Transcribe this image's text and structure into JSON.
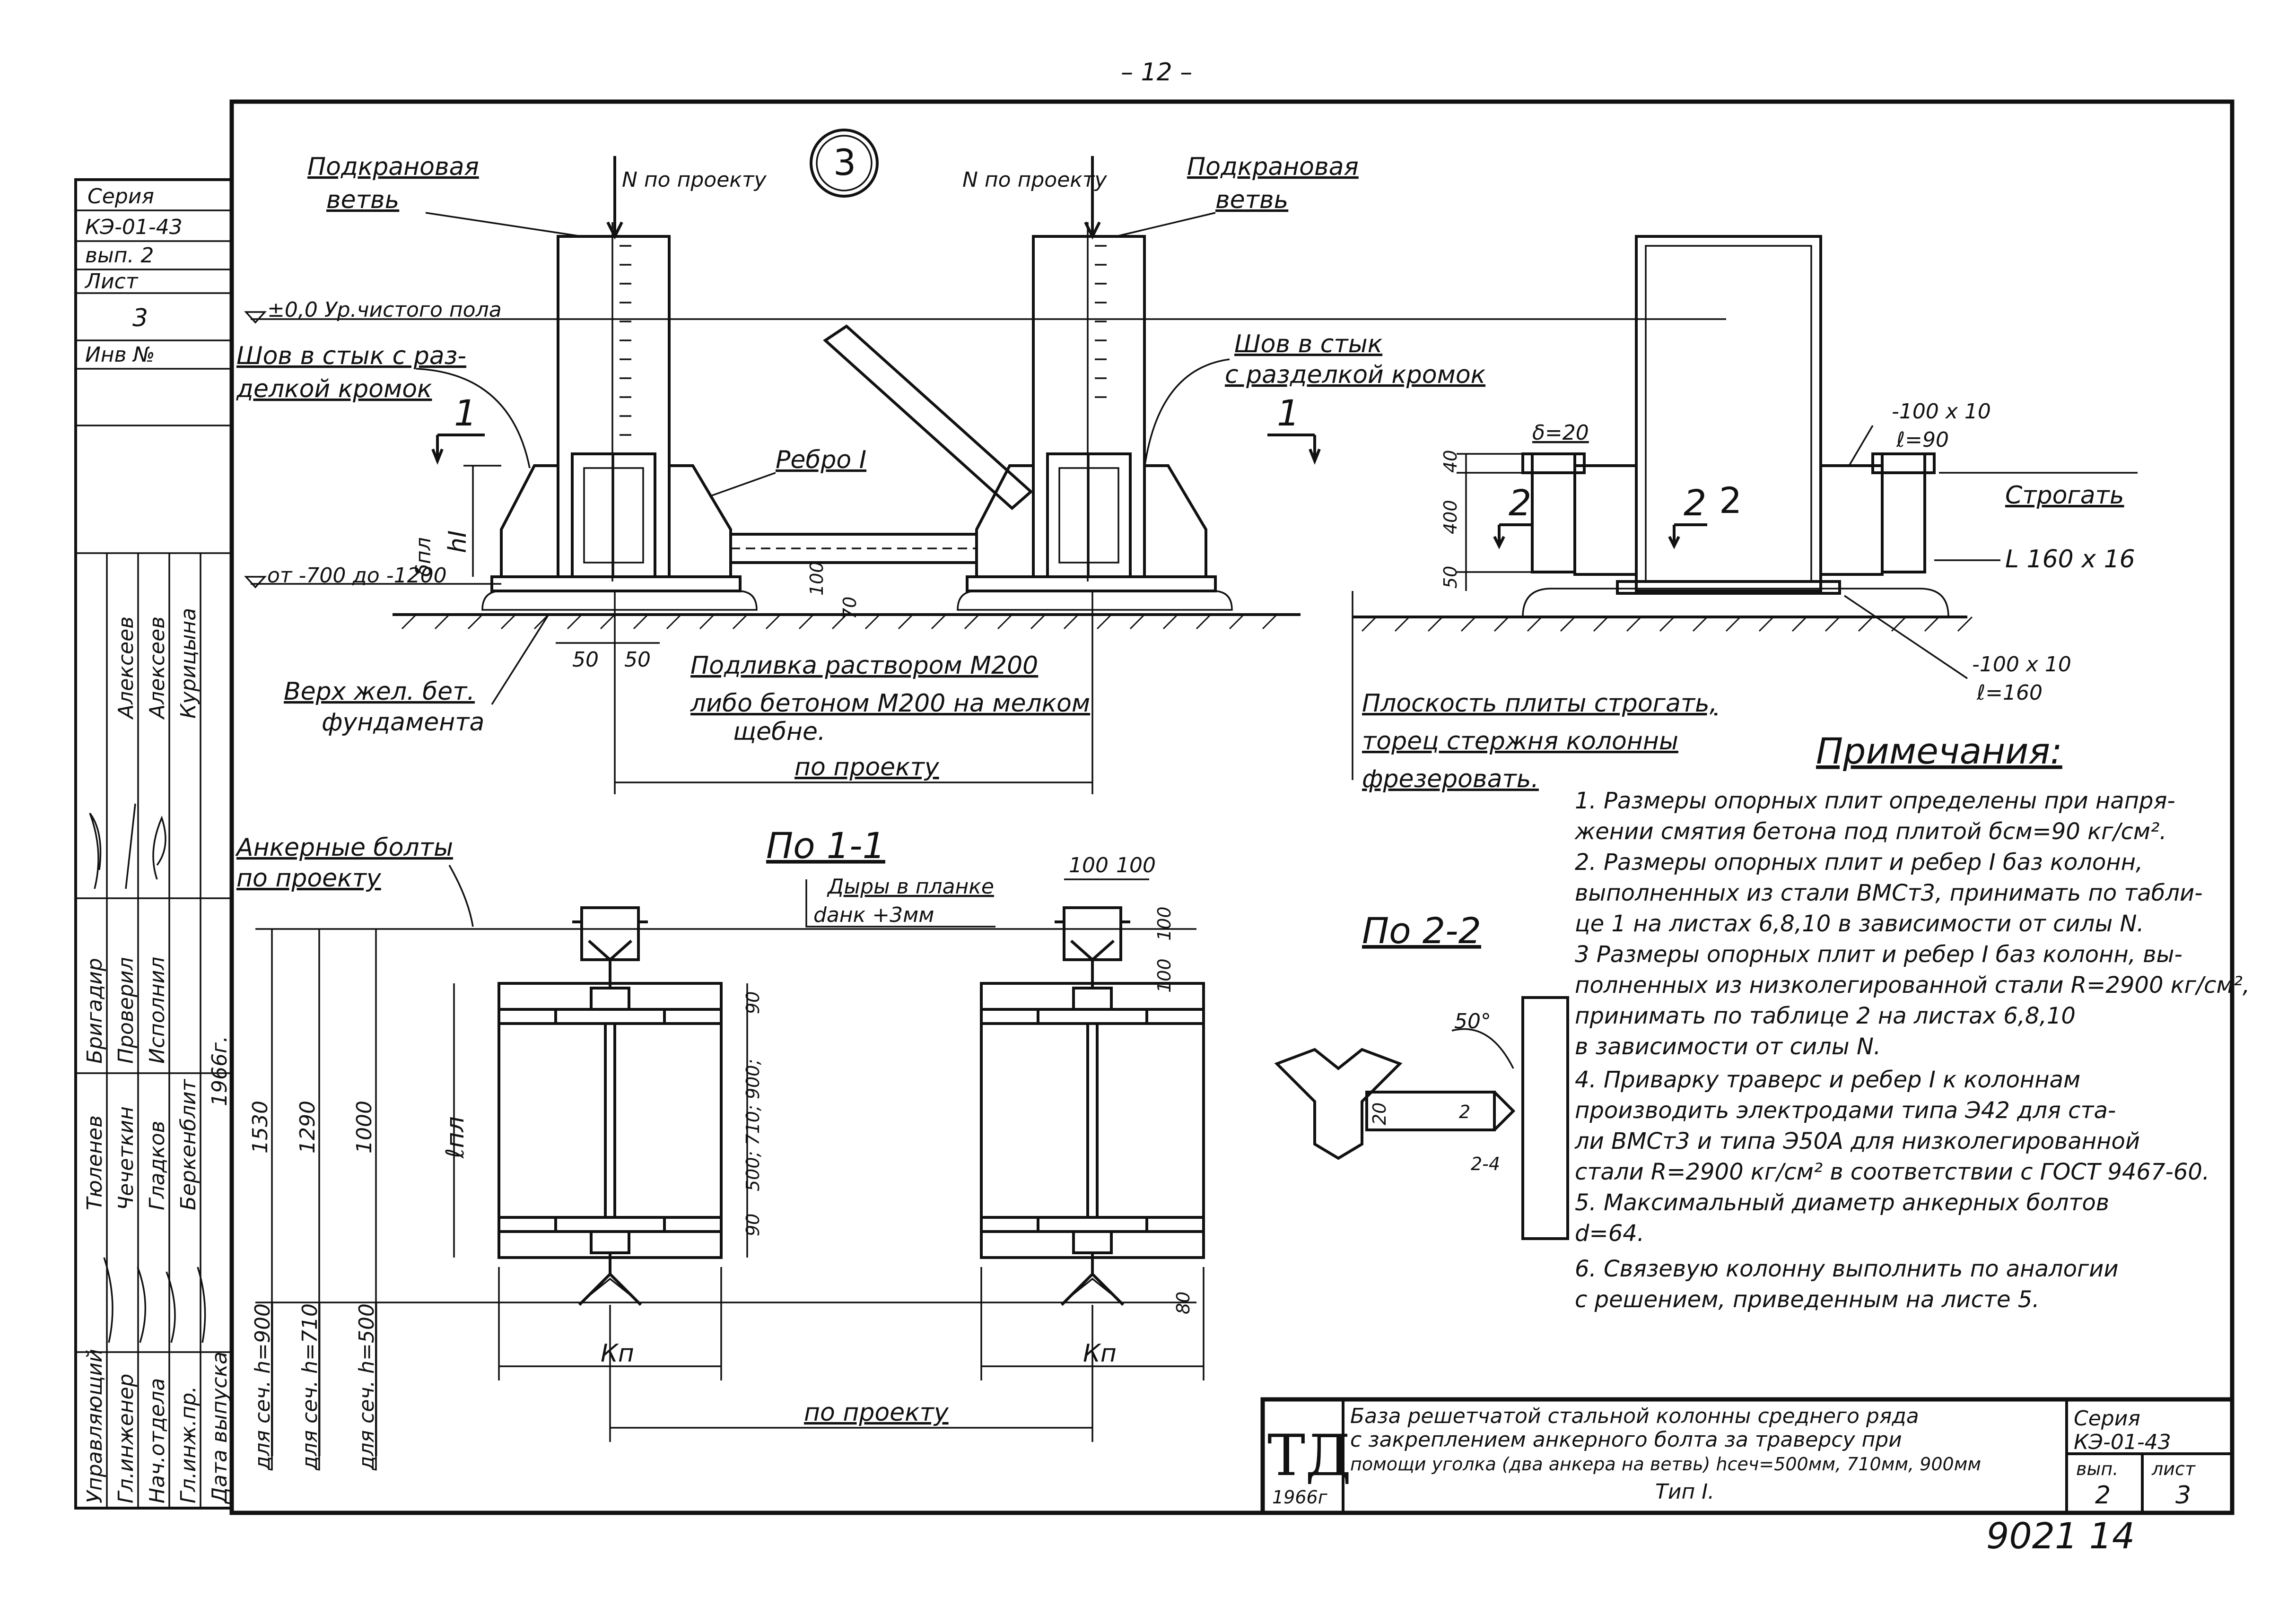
{
  "page_number": "– 12 –",
  "detail_mark": "3",
  "sidebar": {
    "series_label": "Серия",
    "series_value": "КЭ-01-43",
    "issue": "вып. 2",
    "sheet_label": "Лист",
    "sheet_value": "3",
    "inv_label": "Инв №",
    "roles": [
      "Управляющий",
      "Гл.инженер",
      "Нач.отдела",
      "Гл.инж.пр.",
      "Дата выпуска"
    ],
    "names_col1": [
      "Тюленев",
      "Чечеткин",
      "Гладков",
      "Беркенблит",
      "1966г."
    ],
    "roles2": [
      "Бригадир",
      "Проверил",
      "Исполнил"
    ],
    "names_col2": [
      "Алексеев",
      "Алексеев",
      "Курицына"
    ]
  },
  "labels": {
    "podkr_left": "Подкрановая",
    "vetv_left": "ветвь",
    "n_left": "N по проекту",
    "n_right": "N по проекту",
    "podkr_right": "Подкрановая",
    "vetv_right": "ветвь",
    "floor_level": "±0,0 Ур.чистого пола",
    "shov_left_1": "Шов в стык с раз-",
    "shov_left_2": "делкой кромок",
    "shov_right_1": "Шов в стык",
    "shov_right_2": "с разделкой кромок",
    "rebro": "Ребро I",
    "level_bottom": "от -700 до -1200",
    "hl": "hI",
    "bp": "δпл",
    "dim_50a": "50",
    "dim_50b": "50",
    "dim_100": "100",
    "dim_70": "70",
    "top_foundation_1": "Верх жел. бет.",
    "top_foundation_2": "фундамента",
    "grout_1": "Подливка раствором М200",
    "grout_2": "либо бетоном М200 на мелком",
    "grout_3": "щебне.",
    "po_proektu_1": "по проекту",
    "sec1_left": "1",
    "sec1_right": "1",
    "d20": "δ=20",
    "dim_40": "40",
    "dim_400": "400",
    "dim_50c": "50",
    "sec2_left": "2",
    "sec2_right": "2",
    "col_2": "2",
    "plate_top_1": "-100 х 10",
    "plate_top_2": "ℓ=90",
    "strogat": "Строгать",
    "angle": "L 160 х 16",
    "plate_bot_1": "-100 х 10",
    "plate_bot_2": "ℓ=160",
    "plane_1": "Плоскость плиты строгать,",
    "plane_2": "торец стержня колонны",
    "plane_3": "фрезеровать.",
    "anchor_1": "Анкерные болты",
    "anchor_2": "по проекту",
    "view_11": "По 1-1",
    "holes_1": "Дыры в планке",
    "holes_2": "dанк +3мм",
    "dim_100_100a": "100",
    "dim_100_100b": "100",
    "dim_100v1": "100",
    "dim_100v2": "100",
    "dim_90a": "90",
    "dim_90b": "90",
    "dim_500": "500; 710; 900;",
    "dim_80": "80",
    "lpl": "ℓпл",
    "dim_1530": "1530",
    "dim_1290": "1290",
    "dim_1000": "1000",
    "h900": "для сеч. h=900",
    "h710": "для сеч. h=710",
    "h500": "для сеч. h=500",
    "kn_left": "Кп",
    "kn_right": "Кп",
    "po_proektu_2": "по проекту",
    "view_22": "По 2-2",
    "deg50": "50°",
    "w20": "20",
    "w2": "2",
    "w24": "2-4"
  },
  "notes": {
    "title": "Примечания:",
    "items": [
      "1.  Размеры опорных плит определены при напря-",
      "     жении смятия бетона под плитой бсм=90 кг/см².",
      "2.  Размеры опорных плит и ребер I баз колонн,",
      "     выполненных из стали ВМСт3, принимать по табли-",
      "     це 1 на листах 6,8,10 в зависимости от силы N.",
      "3   Размеры опорных плит и ребер I баз колонн, вы-",
      "     полненных из низколегированной стали R=2900 кг/см²,",
      "     принимать по таблице 2 на листах 6,8,10",
      "     в зависимости от силы N.",
      "4.  Приварку траверс и ребер I к колоннам",
      "     производить электродами типа Э42 для ста-",
      "     ли ВМСт3 и  типа Э50А для низколегированной",
      "     стали R=2900 кг/см² в соответствии с ГОСТ 9467-60.",
      "5.  Максимальный диаметр анкерных болтов",
      "                          d=64.",
      "6.  Связевую колонну выполнить по аналогии",
      "     с решением, приведенным на листе 5."
    ]
  },
  "title_block": {
    "logo": "ТД",
    "year": "1966г",
    "line1": "База решетчатой стальной колонны среднего ряда",
    "line2": "с закреплением анкерного болта за траверсу при",
    "line3": "помощи уголка (два анкера на ветвь) hсеч=500мм, 710мм, 900мм",
    "line4": "Тип I.",
    "series_label": "Серия",
    "series_value": "КЭ-01-43",
    "issue_label": "вып.",
    "issue_value": "2",
    "sheet_label": "лист",
    "sheet_value": "3"
  },
  "footer_number": "9021   14"
}
